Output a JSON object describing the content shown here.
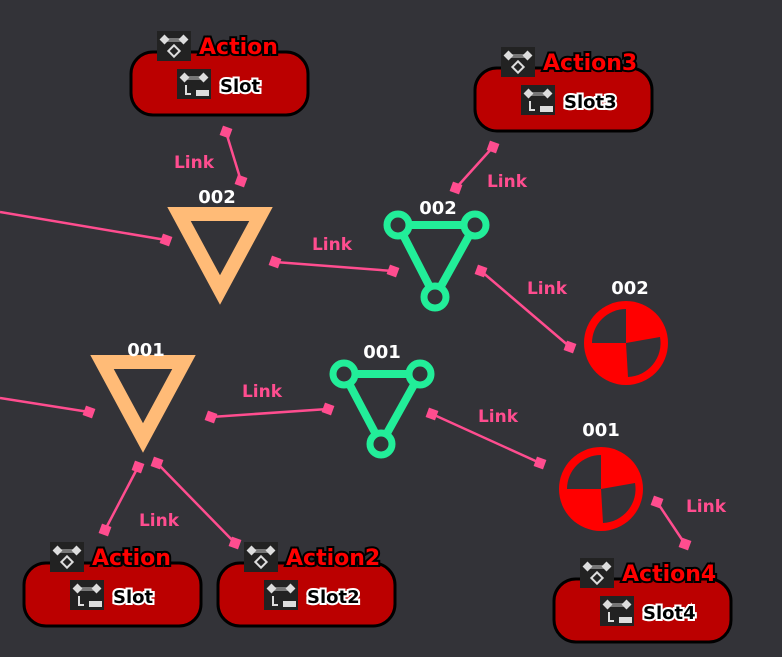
{
  "colors": {
    "background": "#333338",
    "link": "#ff4d8f",
    "trigger": "#ffbb77",
    "relay": "#22ee99",
    "target": "#ff0000",
    "action_fill": "#bb0000"
  },
  "triggers": [
    {
      "id": "002"
    },
    {
      "id": "001"
    }
  ],
  "relays": [
    {
      "id": "002"
    },
    {
      "id": "001"
    }
  ],
  "targets": [
    {
      "id": "002"
    },
    {
      "id": "001"
    }
  ],
  "actions": [
    {
      "name": "Action",
      "slot": "Slot"
    },
    {
      "name": "Action3",
      "slot": "Slot3"
    },
    {
      "name": "Action",
      "slot": "Slot"
    },
    {
      "name": "Action2",
      "slot": "Slot2"
    },
    {
      "name": "Action4",
      "slot": "Slot4"
    }
  ],
  "link_label": "Link"
}
